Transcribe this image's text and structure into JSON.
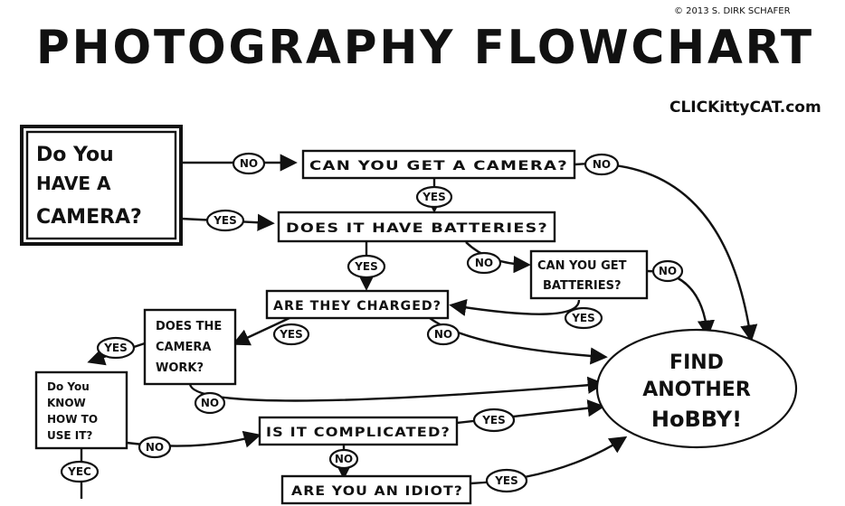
{
  "header": {
    "title": "PHOTOGRAPHY FLOWCHART",
    "copyright": "© 2013 S. DIRK SCHAFER",
    "brand": "CLICKittyCAT.com"
  },
  "nodes": {
    "have_camera": [
      "Do You",
      "HAVE A",
      "CAMERA?"
    ],
    "get_camera": "CAN YOU GET A CAMERA?",
    "batteries": "DOES IT HAVE BATTERIES?",
    "get_batteries": [
      "CAN YOU GET",
      "BATTERIES?"
    ],
    "charged": "ARE THEY CHARGED?",
    "camera_work": [
      "DOES THE",
      "CAMERA",
      "WORK?"
    ],
    "know_how": [
      "Do You",
      "KNOW",
      "HOW TO",
      "USE IT?"
    ],
    "complicated": "IS IT COMPLICATED?",
    "idiot": "ARE YOU AN IDIOT?",
    "hobby": [
      "FIND",
      "ANOTHER",
      "HoBBY!"
    ]
  },
  "edges": {
    "have_no": "NO",
    "have_yes": "YES",
    "getcam_no": "NO",
    "getcam_yes": "YES",
    "batt_yes": "YES",
    "batt_no": "NO",
    "getbatt_no": "NO",
    "getbatt_yes": "YES",
    "charged_yes": "YES",
    "charged_no": "NO",
    "work_yes": "YES",
    "work_no": "NO",
    "know_yes": "YEC",
    "know_no": "NO",
    "comp_yes": "YES",
    "comp_no": "NO",
    "idiot_yes": "YES"
  }
}
